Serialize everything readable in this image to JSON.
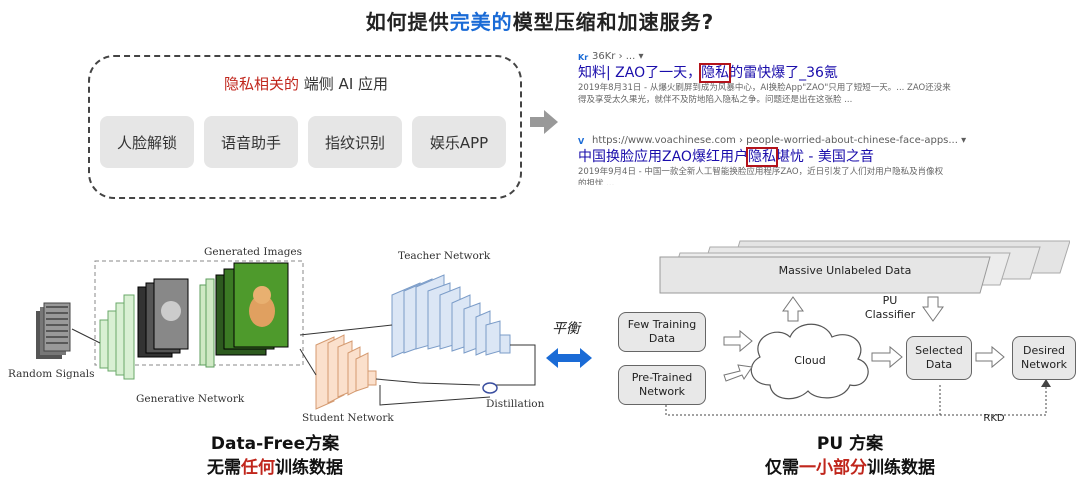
{
  "title": {
    "prefix": "如何提供",
    "highlight": "完美的",
    "suffix": "模型压缩和加速服务?"
  },
  "apps_box": {
    "heading_red": "隐私相关的",
    "heading_rest": " 端侧 AI 应用",
    "apps": [
      "人脸解锁",
      "语音助手",
      "指纹识别",
      "娱乐APP"
    ]
  },
  "search_results": [
    {
      "favicon": "Kr",
      "source": "36Kr › ... ▾",
      "title_before": "知料| ZAO了一天，",
      "title_highlight": "隐私",
      "title_after": "的雷快爆了_36氪",
      "snippet_line1": "2019年8月31日 - 从爆火刷屏到成为风暴中心，AI换脸App\"ZAO\"只用了短短一天。... ZAO还没来",
      "snippet_line2": "得及享受太久果光，就伴不及防地陷入隐私之争。问题还是出在这张脸 ..."
    },
    {
      "favicon": "V",
      "source": "https://www.voachinese.com › people-worried-about-chinese-face-apps... ▾",
      "title_before": "中国换脸应用ZAO爆红用户",
      "title_highlight": "隐私",
      "title_after": "堪忧 - 美国之音",
      "snippet_line1": "2019年9月4日 - 中国一款全新人工智能换脸应用程序ZAO，近日引发了人们对用户隐私及肖像权",
      "snippet_line2": "的担忧 ..."
    }
  ],
  "data_free": {
    "generated_images": "Generated Images",
    "teacher_network": "Teacher Network",
    "random_signals": "Random Signals",
    "generative_network": "Generative Network",
    "student_network": "Student Network",
    "distillation": "Distillation"
  },
  "balance_label": "平衡",
  "pu": {
    "massive": "Massive Unlabeled Data",
    "pu_classifier_line1": "PU",
    "pu_classifier_line2": "Classifier",
    "few_training_line1": "Few Training",
    "few_training_line2": "Data",
    "pretrained_line1": "Pre-Trained",
    "pretrained_line2": "Network",
    "cloud": "Cloud",
    "selected_line1": "Selected",
    "selected_line2": "Data",
    "desired_line1": "Desired",
    "desired_line2": "Network",
    "rkd": "RKD"
  },
  "captions": {
    "left_line1_a": "Data-Free",
    "left_line1_b": "方案",
    "left_line2_a": "无需",
    "left_line2_red": "任何",
    "left_line2_b": "训练数据",
    "right_line1": "PU 方案",
    "right_line2_a": "仅需",
    "right_line2_red": "一小部分",
    "right_line2_b": "训练数据"
  },
  "colors": {
    "accent_blue": "#1a6bd6",
    "accent_red": "#c0261c",
    "link_blue": "#1a0dab"
  }
}
